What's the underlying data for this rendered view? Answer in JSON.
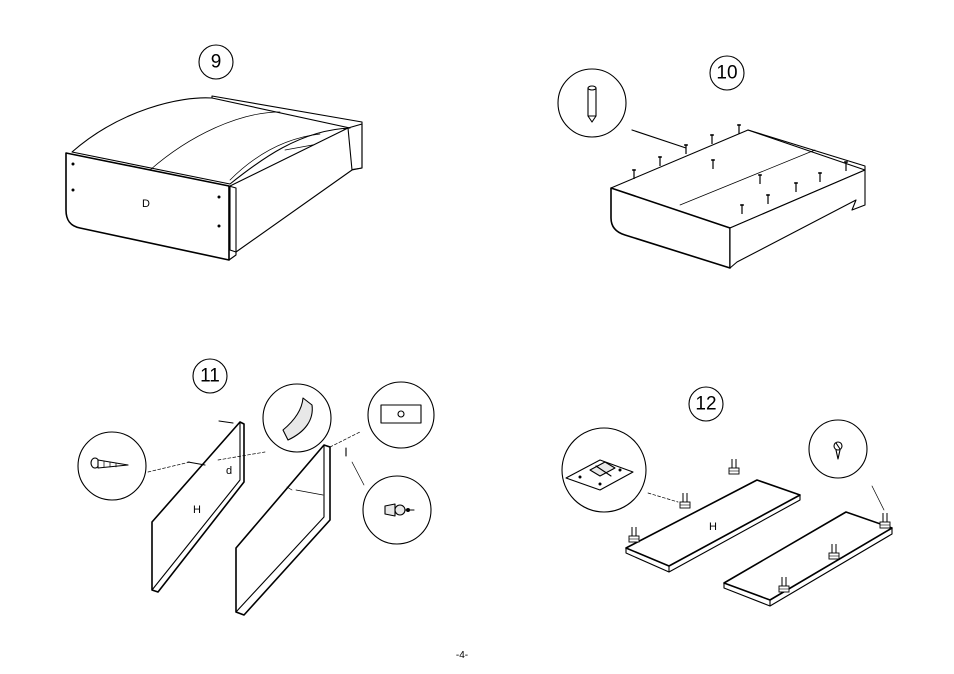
{
  "steps": [
    {
      "number": "9",
      "part_label": "D"
    },
    {
      "number": "10"
    },
    {
      "number": "11",
      "part_label": "H",
      "small_label": "d"
    },
    {
      "number": "12",
      "part_label": "H"
    }
  ],
  "page_number": "-4-"
}
